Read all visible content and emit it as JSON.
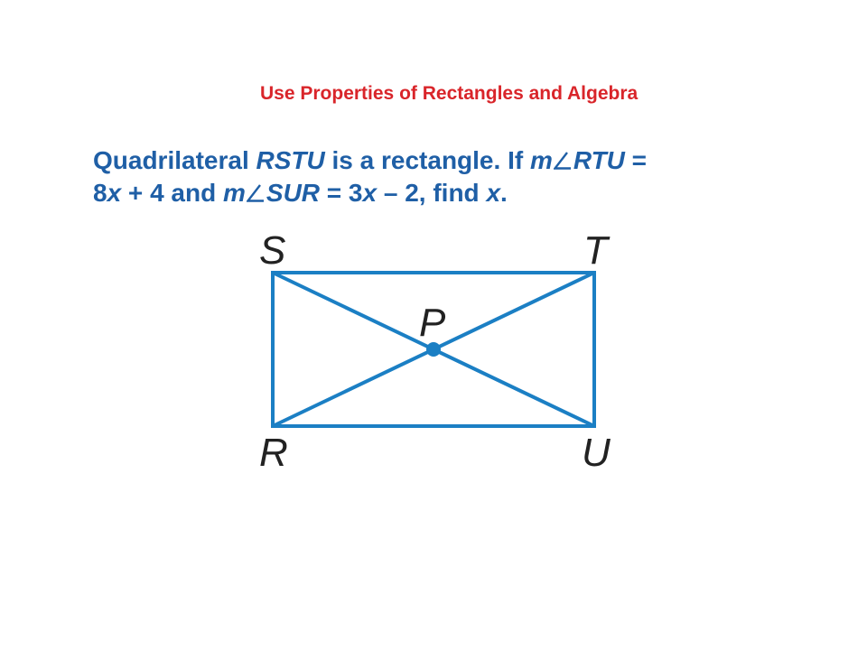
{
  "colors": {
    "subtitle": "#d9252a",
    "problem_text": "#1f5fa6",
    "figure_stroke": "#1b7fc4",
    "vertex_label": "#222222",
    "background": "#ffffff"
  },
  "header": {
    "subtitle": "Use Properties of Rectangles and Algebra"
  },
  "problem": {
    "line1": {
      "t1": "Quadrilateral ",
      "t2": "RSTU",
      "t3": " is a rectangle. If ",
      "t4": "m",
      "t5": "RTU",
      "t6": " ="
    },
    "line2": {
      "t1": "8",
      "t2": "x",
      "t3": " + 4 and ",
      "t4": "m",
      "t5": "SUR",
      "t6": " = 3",
      "t7": "x",
      "t8": " – 2, find ",
      "t9": "x",
      "t10": "."
    }
  },
  "figure": {
    "labels": {
      "S": "S",
      "T": "T",
      "R": "R",
      "U": "U",
      "P": "P"
    }
  }
}
